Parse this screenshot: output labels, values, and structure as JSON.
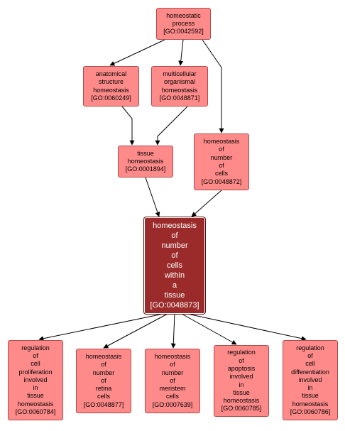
{
  "nodes": {
    "homeostatic_process": {
      "lines": [
        "homeostatic",
        "process"
      ],
      "id": "[GO:0042592]"
    },
    "anatomical_structure_homeostasis": {
      "lines": [
        "anatomical",
        "structure",
        "homeostasis"
      ],
      "id": "[GO:0060249]"
    },
    "multicellular_organismal_homeostasis": {
      "lines": [
        "multicellular",
        "organismal",
        "homeostasis"
      ],
      "id": "[GO:0048871]"
    },
    "tissue_homeostasis": {
      "lines": [
        "tissue",
        "homeostasis"
      ],
      "id": "[GO:0001894]"
    },
    "homeostasis_of_number_of_cells": {
      "lines": [
        "homeostasis",
        "of",
        "number",
        "of",
        "cells"
      ],
      "id": "[GO:0048872]"
    },
    "focus": {
      "lines": [
        "homeostasis",
        "of",
        "number",
        "of",
        "cells",
        "within",
        "a",
        "tissue"
      ],
      "id": "[GO:0048873]"
    },
    "regulation_of_cell_proliferation": {
      "lines": [
        "regulation",
        "of",
        "cell",
        "proliferation",
        "involved",
        "in",
        "tissue",
        "homeostasis"
      ],
      "id": "[GO:0060784]"
    },
    "homeostasis_of_number_of_retina_cells": {
      "lines": [
        "homeostasis",
        "of",
        "number",
        "of",
        "retina",
        "cells"
      ],
      "id": "[GO:0048877]"
    },
    "homeostasis_of_number_of_meristem_cells": {
      "lines": [
        "homeostasis",
        "of",
        "number",
        "of",
        "meristem",
        "cells"
      ],
      "id": "[GO:0007639]"
    },
    "regulation_of_apoptosis": {
      "lines": [
        "regulation",
        "of",
        "apoptosis",
        "involved",
        "in",
        "tissue",
        "homeostasis"
      ],
      "id": "[GO:0060785]"
    },
    "regulation_of_cell_differentiation": {
      "lines": [
        "regulation",
        "of",
        "cell",
        "differentiation",
        "involved",
        "in",
        "tissue",
        "homeostasis"
      ],
      "id": "[GO:0060786]"
    }
  },
  "colors": {
    "node_fill": "#ff8a8a",
    "node_border": "#b24b4b",
    "focus_fill": "#9b2b2b",
    "focus_text": "#ffffff",
    "edge": "#000000"
  }
}
